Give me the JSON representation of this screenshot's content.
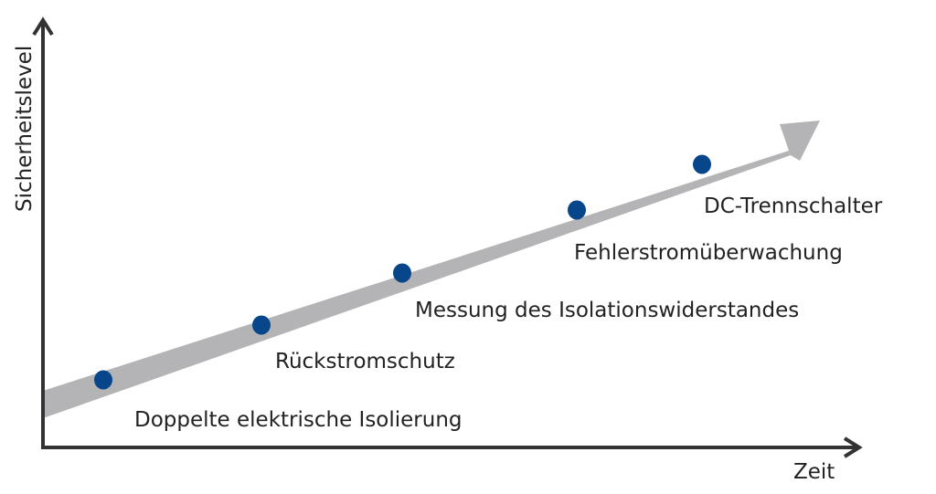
{
  "axes": {
    "y_label": "Sicherheitslevel",
    "x_label": "Zeit"
  },
  "steps": [
    {
      "label": "Doppelte elektrische Isolierung"
    },
    {
      "label": "Rückstromschutz"
    },
    {
      "label": "Messung des Isolationswiderstandes"
    },
    {
      "label": "Fehlerstromüberwachung"
    },
    {
      "label": "DC-Trennschalter"
    }
  ],
  "colors": {
    "axis": "#333333",
    "band": "#b4b4b7",
    "dot": "#07468a",
    "text": "#222222"
  }
}
